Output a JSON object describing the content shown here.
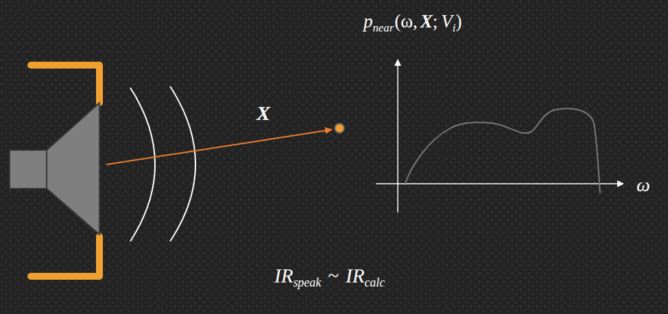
{
  "diagram": {
    "labels": [
      "p",
      "near",
      "(ω,",
      "X",
      ";",
      "V",
      "i",
      ")",
      "X",
      "ω",
      "IR",
      "speak",
      "~",
      "IR",
      "calc"
    ]
  }
}
